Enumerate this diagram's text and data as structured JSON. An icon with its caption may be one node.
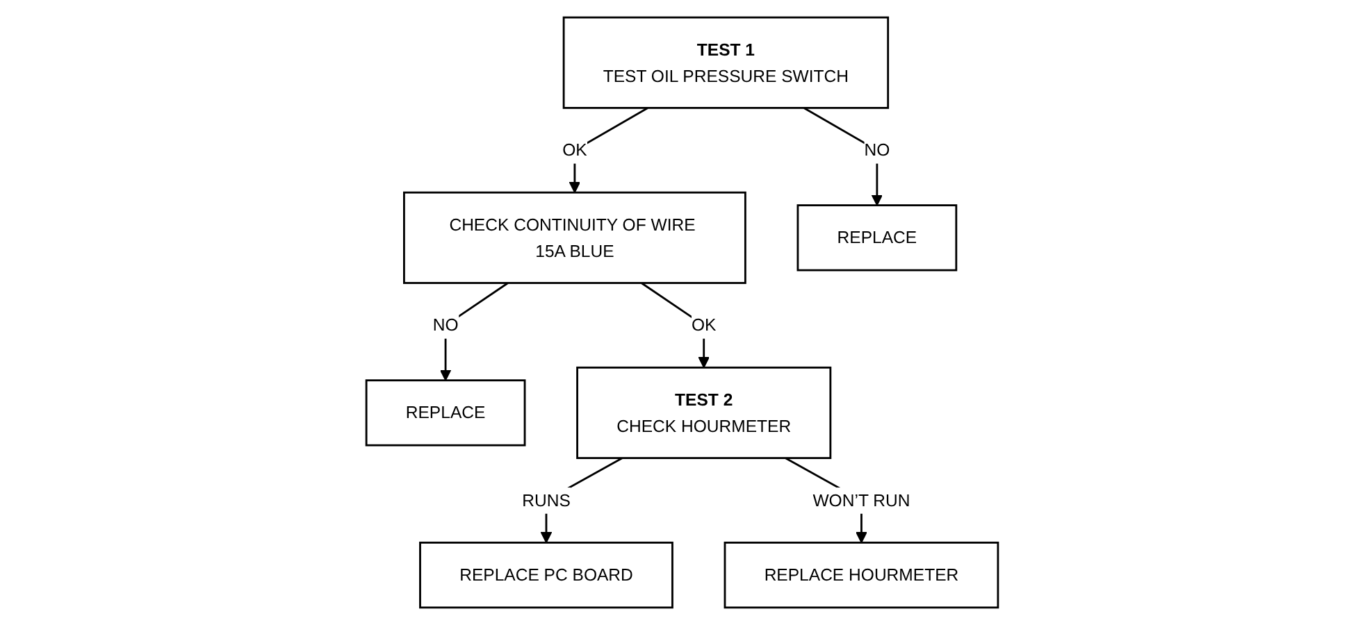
{
  "diagram": {
    "nodes": [
      {
        "text": [
          "TEST 1",
          "TEST OIL PRESSURE SWITCH"
        ]
      },
      {
        "text": [
          "CHECK CONTINUITY OF WIRE 15A BLUE"
        ]
      },
      {
        "text": [
          "REPLACE"
        ]
      },
      {
        "text": [
          "REPLACE"
        ]
      },
      {
        "text": [
          "TEST 2",
          "CHECK HOURMETER"
        ]
      },
      {
        "text": [
          "REPLACE PC BOARD"
        ]
      },
      {
        "text": [
          "REPLACE HOURMETER"
        ]
      }
    ],
    "edges": [
      {
        "from": 0,
        "to": 1,
        "arrow": "to",
        "label": "OK"
      },
      {
        "from": 0,
        "to": 2,
        "arrow": "to",
        "label": "NO"
      },
      {
        "from": 1,
        "to": 3,
        "arrow": "to",
        "label": "NO"
      },
      {
        "from": 1,
        "to": 4,
        "arrow": "to",
        "label": "OK"
      },
      {
        "from": 4,
        "to": 5,
        "arrow": "to",
        "label": "RUNS"
      },
      {
        "from": 4,
        "to": 6,
        "arrow": "to",
        "label": "WON’T RUN"
      }
    ]
  }
}
